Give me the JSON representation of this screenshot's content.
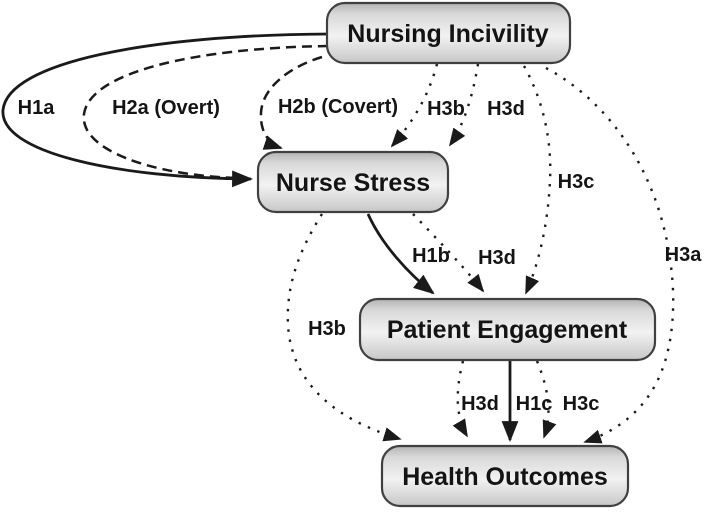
{
  "diagram": {
    "type": "hypothesis-path-model",
    "nodes": [
      {
        "id": "nursing-incivility",
        "label": "Nursing Incivility"
      },
      {
        "id": "nurse-stress",
        "label": "Nurse Stress"
      },
      {
        "id": "patient-engagement",
        "label": "Patient Engagement"
      },
      {
        "id": "health-outcomes",
        "label": "Health Outcomes"
      }
    ],
    "edges": [
      {
        "id": "h1a",
        "label": "H1a",
        "style": "solid",
        "from": "Nursing Incivility",
        "to": "Nurse Stress"
      },
      {
        "id": "h2a",
        "label": "H2a (Overt)",
        "style": "dashed",
        "from": "Nursing Incivility",
        "to": "Nurse Stress"
      },
      {
        "id": "h2b",
        "label": "H2b (Covert)",
        "style": "dashed",
        "from": "Nursing Incivility",
        "to": "Nurse Stress"
      },
      {
        "id": "h3b-upper",
        "label": "H3b",
        "style": "dotted",
        "from": "Nursing Incivility",
        "to": "Nurse Stress"
      },
      {
        "id": "h3d-upper",
        "label": "H3d",
        "style": "dotted",
        "from": "Nursing Incivility",
        "to": "Nurse Stress"
      },
      {
        "id": "h3c-upper",
        "label": "H3c",
        "style": "dotted",
        "from": "Nursing Incivility",
        "to": "Patient Engagement"
      },
      {
        "id": "h3a",
        "label": "H3a",
        "style": "dotted",
        "from": "Nursing Incivility",
        "to": "Health Outcomes"
      },
      {
        "id": "h1b",
        "label": "H1b",
        "style": "solid",
        "from": "Nurse Stress",
        "to": "Patient Engagement"
      },
      {
        "id": "h3d-middle",
        "label": "H3d",
        "style": "dotted",
        "from": "Nurse Stress",
        "to": "Patient Engagement"
      },
      {
        "id": "h3b-lower",
        "label": "H3b",
        "style": "dotted",
        "from": "Nurse Stress",
        "to": "Health Outcomes"
      },
      {
        "id": "h3d-lower",
        "label": "H3d",
        "style": "dotted",
        "from": "Patient Engagement",
        "to": "Health Outcomes"
      },
      {
        "id": "h1c",
        "label": "H1c",
        "style": "solid",
        "from": "Patient Engagement",
        "to": "Health Outcomes"
      },
      {
        "id": "h3c-lower",
        "label": "H3c",
        "style": "dotted",
        "from": "Patient Engagement",
        "to": "Health Outcomes"
      }
    ],
    "colors": {
      "background": "#ffffff",
      "line": "#1a1a1a",
      "node_border": "#404040",
      "node_fill_top": "#b3b3b3",
      "node_fill_mid": "#f2f2f2",
      "node_fill_bottom": "#c7c7c7",
      "text": "#141414"
    }
  }
}
